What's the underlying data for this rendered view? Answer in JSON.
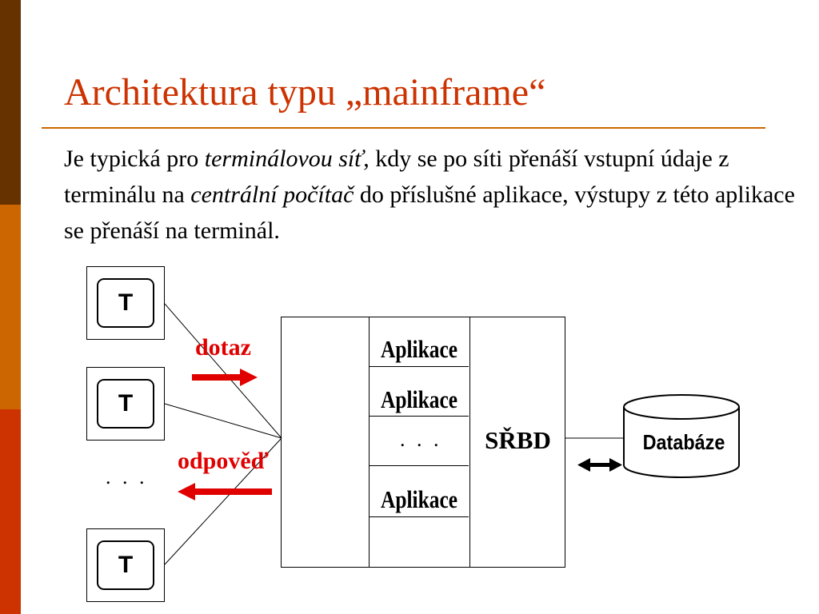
{
  "slide": {
    "title": "Architektura typu „mainframe“",
    "body": {
      "p1": "Je typická pro ",
      "em1": "terminálovou síť",
      "p2": ", kdy se po síti přenáší vstupní údaje z terminálu na ",
      "em2": "centrální počítač",
      "p3": " do příslušné aplikace, výstupy z této aplikace se přenáší na terminál."
    }
  },
  "diagram": {
    "terminals": [
      "T",
      "T",
      "T"
    ],
    "terminal_ellipsis": ". . .",
    "request_label": "dotaz",
    "response_label": "odpověď",
    "applications": [
      "Aplikace",
      "Aplikace",
      "Aplikace"
    ],
    "application_ellipsis": ". . .",
    "dbms_label": "SŘBD",
    "database_label": "Databáze"
  },
  "colors": {
    "title": "#cc3300",
    "rule": "#cc6600",
    "arrow_red": "#e00000",
    "stripe_top": "#663300",
    "stripe_mid": "#cc6600",
    "stripe_bottom": "#cc3300"
  }
}
